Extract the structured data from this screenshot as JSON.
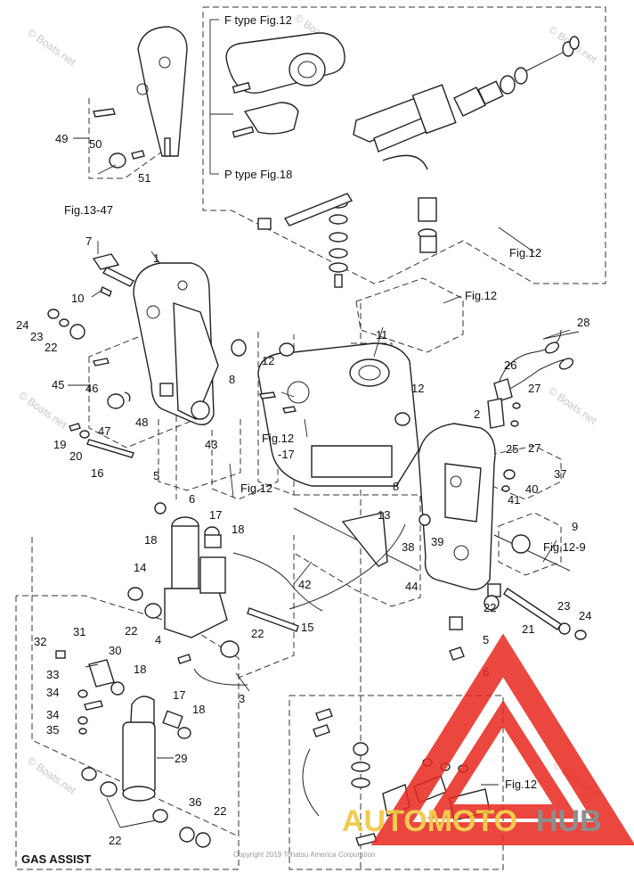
{
  "callouts": {
    "c1": "1",
    "c2": "2",
    "c3": "3",
    "c4": "4",
    "c5a": "5",
    "c5b": "5",
    "c6a": "6",
    "c6b": "6",
    "c7": "7",
    "c8a": "8",
    "c8b": "8",
    "c9": "9",
    "c10": "10",
    "c11": "11",
    "c12a": "12",
    "c12b": "12",
    "c13": "13",
    "c14": "14",
    "c15": "15",
    "c16": "16",
    "c17a": "17",
    "c17b": "17",
    "c18a": "18",
    "c18b": "18",
    "c18c": "18",
    "c18d": "18",
    "c19": "19",
    "c20": "20",
    "c21": "21",
    "c22a": "22",
    "c22b": "22",
    "c22c": "22",
    "c22d": "22",
    "c22e": "22",
    "c22f": "22",
    "c23a": "23",
    "c23b": "23",
    "c24a": "24",
    "c24b": "24",
    "c25": "25",
    "c26": "26",
    "c27a": "27",
    "c27b": "27",
    "c28": "28",
    "c29": "29",
    "c30": "30",
    "c31": "31",
    "c32": "32",
    "c33": "33",
    "c34a": "34",
    "c34b": "34",
    "c35": "35",
    "c36": "36",
    "c37": "37",
    "c38": "38",
    "c39": "39",
    "c40": "40",
    "c41": "41",
    "c42": "42",
    "c43": "43",
    "c44": "44",
    "c45": "45",
    "c46": "46",
    "c47": "47",
    "c48": "48",
    "c49": "49",
    "c50": "50",
    "c51": "51"
  },
  "refs": {
    "fig12_top": "Fig.12",
    "fig12_mid": "Fig.12",
    "fig12_bracket": "Fig.12",
    "fig12_17_line1": "Fig.12",
    "fig12_17_line2": "-17",
    "fig12_9": "Fig.12-9",
    "fig12_bottom": "Fig.12",
    "fig13_47": "Fig.13-47",
    "f_type": "F type Fig.12",
    "p_type": "P type Fig.18"
  },
  "gas_assist": "GAS ASSIST",
  "watermark": "© Boats.net",
  "copyright": "Copyright 2019 Tohatsu America Corporation",
  "logo": {
    "word_a": "AUTOMOTO",
    "word_b": "HUB",
    "color_a": "#f2c230",
    "color_b": "#7a7a7a",
    "triangle": "#e8281e"
  }
}
